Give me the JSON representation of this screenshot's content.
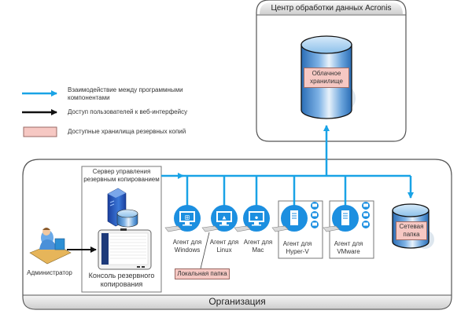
{
  "datacenter": {
    "title": "Центр обработки данных Acronis",
    "cloud_storage": "Облачное хранилище"
  },
  "legend": {
    "items": [
      {
        "kind": "blue-arrow",
        "label": "Взаимодействие между программными компонентами"
      },
      {
        "kind": "black-arrow",
        "label": "Доступ пользователей к веб-интерфейсу"
      },
      {
        "kind": "pink-box",
        "label": "Доступные хранилища резервных копий"
      }
    ]
  },
  "organization": {
    "title": "Организация",
    "admin_label": "Администратор",
    "server_label": "Сервер управления резервным копированием",
    "console_label": "Консоль резервного копирования",
    "local_folder": "Локальная папка",
    "network_folder": "Сетевая папка",
    "agents": [
      {
        "label": "Агент для Windows",
        "os": "windows"
      },
      {
        "label": "Агент для Linux",
        "os": "linux"
      },
      {
        "label": "Агент для Mac",
        "os": "mac"
      },
      {
        "label": "Агент для Hyper-V",
        "os": "hyper-v"
      },
      {
        "label": "Агент для VMware",
        "os": "vmware"
      }
    ]
  },
  "colors": {
    "blue_line": "#19a3e6",
    "agent_blue": "#1c8fe0",
    "pink": "#f6c8c3",
    "panel_border": "#555555"
  }
}
